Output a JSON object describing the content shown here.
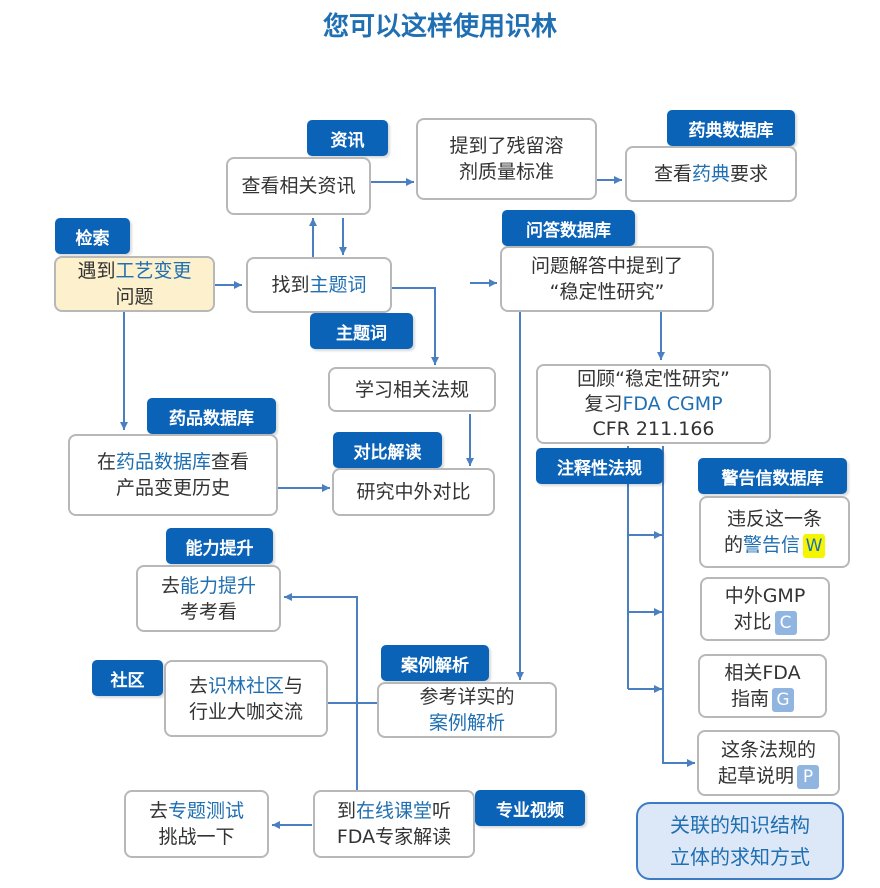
{
  "title": "您可以这样使用识林",
  "tags": {
    "zixun": "资讯",
    "yaodian": "药典数据库",
    "jiansuo": "检索",
    "wenda": "问答数据库",
    "zhuti": "主题词",
    "yaopin": "药品数据库",
    "duibi": "对比解读",
    "zhushi": "注释性法规",
    "jinggao": "警告信数据库",
    "nengli": "能力提升",
    "shequ": "社区",
    "anli": "案例解析",
    "shipin": "专业视频"
  },
  "boxes": {
    "chakan_zixun": "查看相关资讯",
    "tidao_canliu": {
      "l1": "提到了残留溶",
      "l2": "剂质量标准"
    },
    "chakan_yaodian": {
      "a": "查看",
      "b": "药典",
      "c": "要求"
    },
    "yudao": {
      "a": "遇到",
      "b": "工艺变更",
      "c": "问题"
    },
    "zhaodao": {
      "a": "找到",
      "b": "主题词"
    },
    "wenti_jieda": {
      "l1": "问题解答中提到了",
      "l2": "“稳定性研究”"
    },
    "xuexi_fagui": "学习相关法规",
    "huigu": {
      "l1": "回顾“稳定性研究”",
      "l2a": "复习",
      "l2b": "FDA CGMP",
      "l3": "CFR 211.166"
    },
    "yaopin_bianGeng": {
      "a": "在",
      "b": "药品数据库",
      "c": "查看",
      "l2": "产品变更历史"
    },
    "yanjiu_duibi": "研究中外对比",
    "weifan": {
      "l1": "违反这一条",
      "l2a": "的",
      "l2b": "警告信",
      "badge": "W"
    },
    "gmp_duibi": {
      "l1": "中外GMP",
      "l2": "对比",
      "badge": "C"
    },
    "fda_zhinan": {
      "l1": "相关FDA",
      "l2": "指南",
      "badge": "G"
    },
    "qicao": {
      "l1": "这条法规的",
      "l2": "起草说明",
      "badge": "P"
    },
    "nengli_tisheng": {
      "a": "去",
      "b": "能力提升",
      "l2": "考考看"
    },
    "shequ_jiaoliu": {
      "a": "去",
      "b": "识林社区",
      "c": "与",
      "l2": "行业大咖交流"
    },
    "anli_jiexi": {
      "l1": "参考详实的",
      "l2": "案例解析"
    },
    "zhuanti_ceshi": {
      "a": "去",
      "b": "专题测试",
      "l2": "挑战一下"
    },
    "zaixian_ketang": {
      "a": "到",
      "b": "在线课堂",
      "c": "听",
      "l2": "FDA专家解读"
    }
  },
  "summary": {
    "l1": "关联的知识结构",
    "l2": "立体的求知方式"
  },
  "colors": {
    "accent": "#1f6fb2",
    "tag": "#0b63b8",
    "connector": "#4a7fc1",
    "highlight_box": "#fdf0cc",
    "badge_w": "#f5f500",
    "badge_blue": "#8fb5e0"
  }
}
